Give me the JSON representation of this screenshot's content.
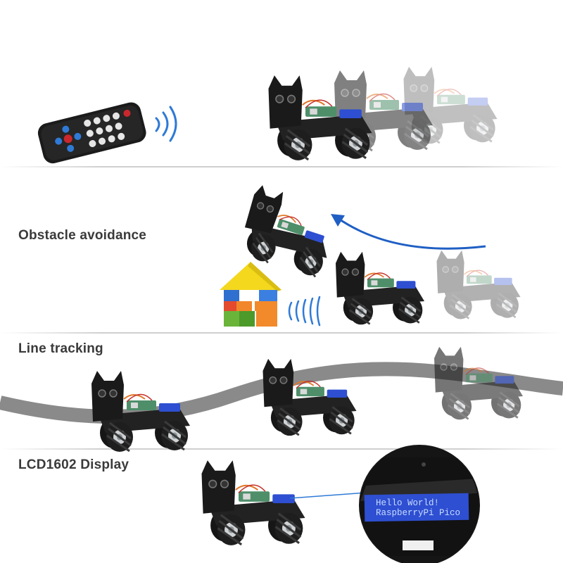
{
  "sections": {
    "obstacle": "Obstacle avoidance",
    "line": "Line tracking",
    "lcd": "LCD1602 Display"
  },
  "lcd": {
    "line1": "Hello World!",
    "line2": "RaspberryPi Pico"
  },
  "colors": {
    "label": "#3a3a3a",
    "arc": "#1f5fc4",
    "track": "#8a8a8a",
    "lcd_bg": "#2e4fd1",
    "robot": "#1c1c1c",
    "pcb": "#4e8f6a"
  },
  "icons": [
    "ir-remote-icon",
    "ir-signal-icon",
    "robot-car-icon",
    "arrow-arc-icon",
    "toy-blocks-icon",
    "ultrasonic-wave-icon",
    "lcd-zoom-icon"
  ]
}
